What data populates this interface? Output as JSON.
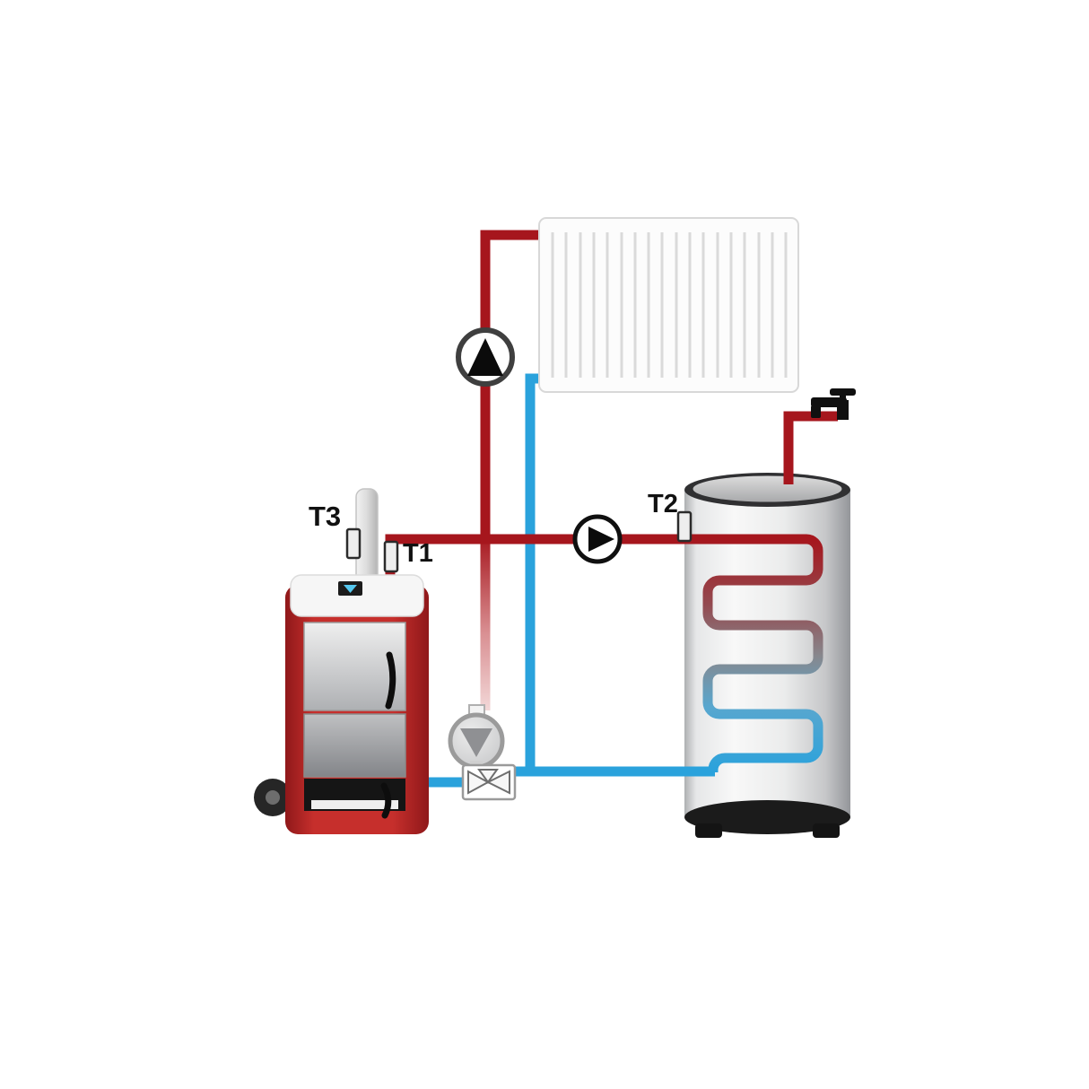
{
  "diagram": {
    "type": "heating-system-schematic",
    "sensors": [
      {
        "id": "t1",
        "label": "T1"
      },
      {
        "id": "t2",
        "label": "T2"
      },
      {
        "id": "t3",
        "label": "T3"
      }
    ],
    "components": {
      "boiler": "solid-fuel-boiler",
      "radiator": "panel-radiator",
      "tank": "hot-water-storage-tank",
      "coil": "tank-coil-heat-exchanger",
      "pump_radiator": "circulation-pump-flow-up",
      "pump_charging": "circulation-pump-flow-right",
      "mixing_pump": "mixing-pump",
      "mixing_valve": "three-way-mixing-valve",
      "faucet": "hot-water-tap",
      "chimney": "boiler-flue"
    }
  },
  "colors": {
    "background": "#ffffff",
    "pipe_hot": "#a6161d",
    "pipe_cold": "#2aa2dc",
    "pipe_mixed_end": "#f3dada",
    "boiler_red": "#c62f2c",
    "metal_dark": "#1b1b1b",
    "pump_black": "#0b0b0b",
    "display_cyan": "#56c8ef"
  }
}
